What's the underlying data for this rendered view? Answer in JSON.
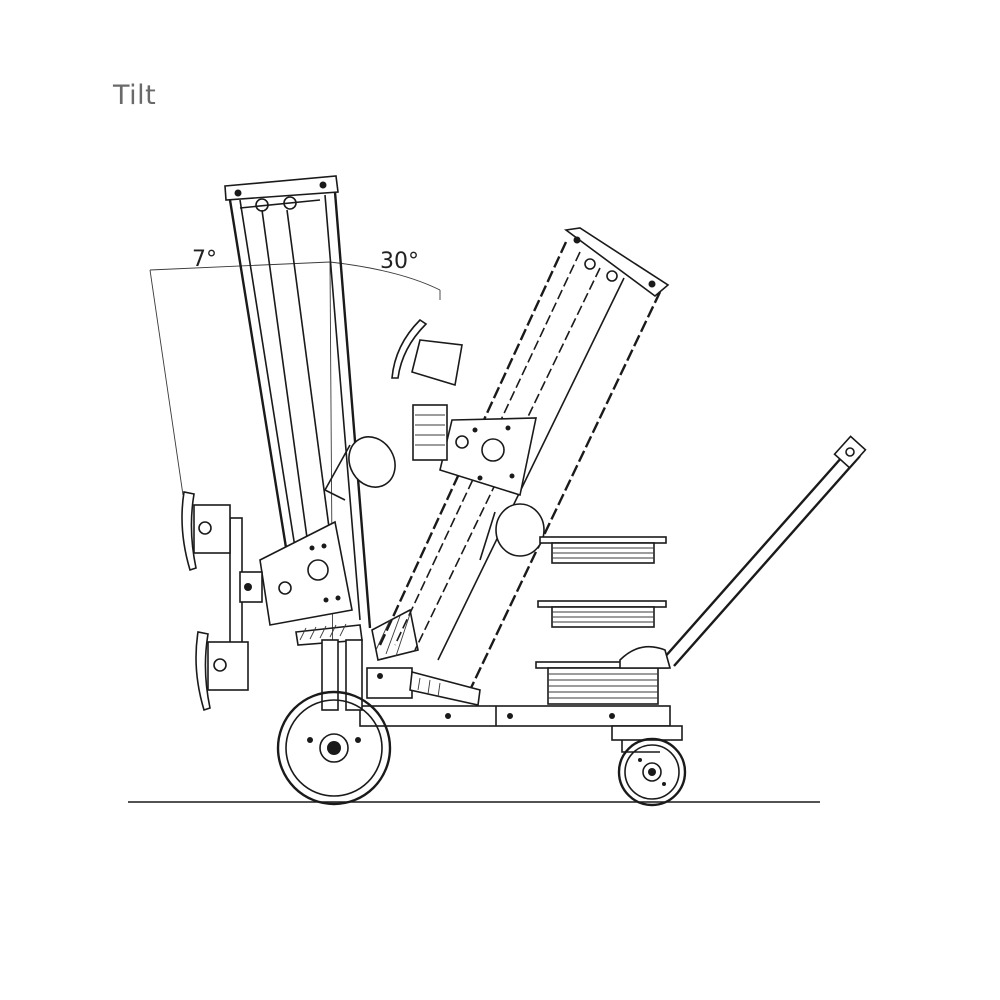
{
  "title": "Tilt",
  "angles": {
    "back": "7°",
    "forward": "30°"
  }
}
